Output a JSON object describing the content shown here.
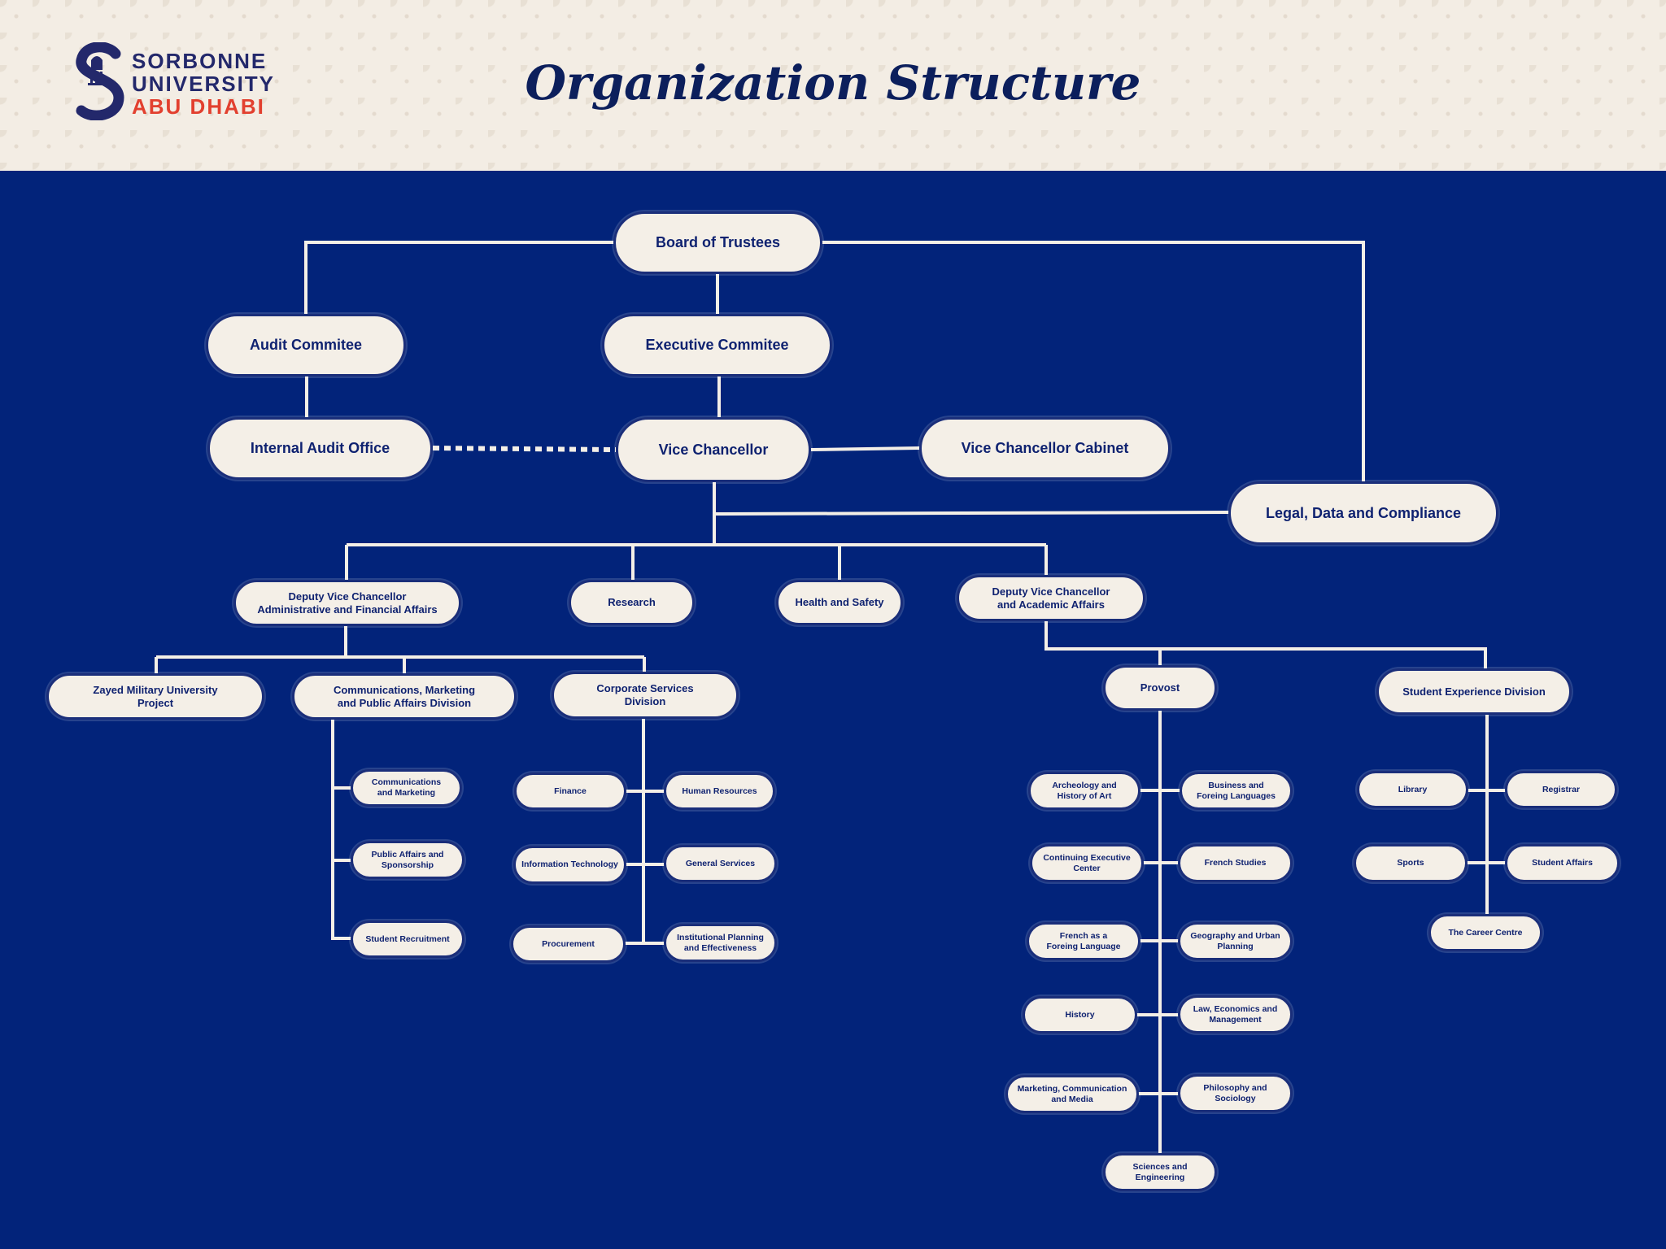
{
  "logo": {
    "line1": "SORBONNE",
    "line2": "UNIVERSITY",
    "line3": "ABU DHABI"
  },
  "title": "Organization Structure",
  "colors": {
    "background": "#02237a",
    "node_fill": "#f4efe7",
    "node_text": "#0f2270",
    "connector": "#f4efe7",
    "logo_accent": "#e2402f"
  },
  "nodes": {
    "board": "Board of Trustees",
    "audit_committee": "Audit Commitee",
    "executive_committee": "Executive Commitee",
    "internal_audit": "Internal Audit Office",
    "vice_chancellor": "Vice Chancellor",
    "vc_cabinet": "Vice Chancellor Cabinet",
    "legal": "Legal, Data and Compliance",
    "dvc_admin": "Deputy Vice Chancellor\nAdministrative and Financial Affairs",
    "research": "Research",
    "health_safety": "Health and Safety",
    "dvc_academic": "Deputy Vice Chancellor\nand Academic Affairs",
    "zayed": "Zayed Military University\nProject",
    "comms_division": "Communications, Marketing\nand Public Affairs Division",
    "corporate_services": "Corporate Services\nDivision",
    "provost": "Provost",
    "student_experience": "Student Experience Division",
    "comms_marketing": "Communications\nand Marketing",
    "public_affairs": "Public Affairs and\nSponsorship",
    "student_recruitment": "Student Recruitment",
    "finance": "Finance",
    "human_resources": "Human Resources",
    "information_technology": "Information Technology",
    "general_services": "General Services",
    "procurement": "Procurement",
    "institutional_planning": "Institutional Planning\nand Effectiveness",
    "archeology": "Archeology and\nHistory of Art",
    "business_languages": "Business and\nForeing Languages",
    "continuing_exec": "Continuing Executive\nCenter",
    "french_studies": "French Studies",
    "french_foreign": "French as a\nForeing Language",
    "geography": "Geography and Urban\nPlanning",
    "history": "History",
    "law_economics": "Law, Economics and\nManagement",
    "marketing_media": "Marketing, Communication\nand Media",
    "philosophy": "Philosophy and\nSociology",
    "sciences": "Sciences and\nEngineering",
    "library": "Library",
    "registrar": "Registrar",
    "sports": "Sports",
    "student_affairs": "Student Affairs",
    "career_centre": "The Career Centre"
  }
}
